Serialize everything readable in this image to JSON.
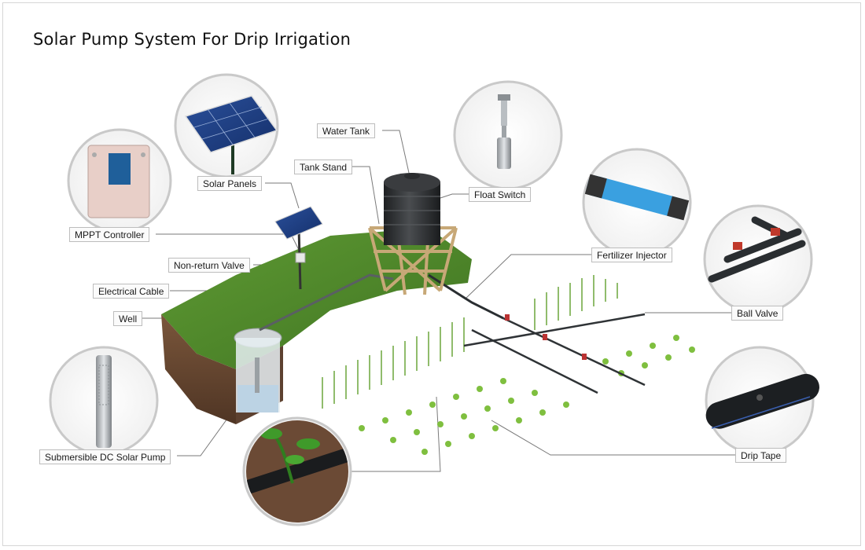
{
  "title": "Solar Pump System For Drip Irrigation",
  "labels": {
    "water_tank": "Water Tank",
    "tank_stand": "Tank Stand",
    "solar_panels": "Solar Panels",
    "float_switch": "Float Switch",
    "mppt_controller": "MPPT Controller",
    "fertilizer_injector": "Fertilizer Injector",
    "non_return_valve": "Non-return Valve",
    "electrical_cable": "Electrical Cable",
    "well": "Well",
    "ball_valve": "Ball Valve",
    "drip_tape": "Drip Tape",
    "submersible_pump": "Submersible DC Solar Pump"
  },
  "colors": {
    "grass": "#4f8a2b",
    "soil": "#6b4a33",
    "tank": "#2f3133",
    "pipe": "#3b3f44",
    "injector": "#3aa0e0",
    "controller": "#e8cfc8"
  }
}
